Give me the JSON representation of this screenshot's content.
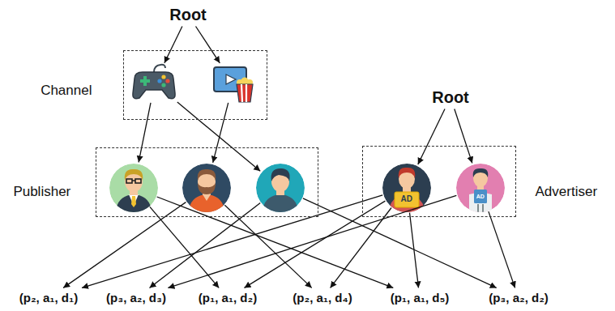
{
  "diagram": {
    "nodes": [
      {
        "text": [
          "Root"
        ]
      },
      {
        "text": [
          "Channel"
        ]
      },
      {
        "text": [],
        "in": 1
      },
      {
        "text": [],
        "in": 1
      },
      {
        "text": [
          "Root"
        ]
      },
      {
        "text": [
          "Publisher"
        ]
      },
      {
        "text": [],
        "in": 5
      },
      {
        "text": [],
        "in": 5
      },
      {
        "text": [],
        "in": 5
      },
      {
        "text": [
          "Advertiser"
        ]
      },
      {
        "text": [
          "AD"
        ],
        "in": 9
      },
      {
        "text": [
          "AD"
        ],
        "in": 9
      },
      {
        "text": [
          "(p₂, a₁, d₁)"
        ]
      },
      {
        "text": [
          "(p₃, a₂, d₃)"
        ]
      },
      {
        "text": [
          "(p₁, a₁, d₂)"
        ]
      },
      {
        "text": [
          "(p₂, a₁, d₄)"
        ]
      },
      {
        "text": [
          "(p₁, a₁, d₅)"
        ]
      },
      {
        "text": [
          "(p₃, a₂, d₂)"
        ]
      }
    ],
    "edges": [
      {
        "from": 0,
        "to": 2,
        "arrow": "to"
      },
      {
        "from": 0,
        "to": 3,
        "arrow": "to"
      },
      {
        "from": 2,
        "to": 6,
        "arrow": "to"
      },
      {
        "from": 2,
        "to": 8,
        "arrow": "to"
      },
      {
        "from": 3,
        "to": 7,
        "arrow": "to"
      },
      {
        "from": 4,
        "to": 10,
        "arrow": "to"
      },
      {
        "from": 4,
        "to": 11,
        "arrow": "to"
      },
      {
        "from": 6,
        "to": 14,
        "arrow": "to"
      },
      {
        "from": 6,
        "to": 16,
        "arrow": "to"
      },
      {
        "from": 7,
        "to": 12,
        "arrow": "to"
      },
      {
        "from": 7,
        "to": 15,
        "arrow": "to"
      },
      {
        "from": 8,
        "to": 13,
        "arrow": "to"
      },
      {
        "from": 8,
        "to": 17,
        "arrow": "to"
      },
      {
        "from": 10,
        "to": 12,
        "arrow": "to"
      },
      {
        "from": 10,
        "to": 14,
        "arrow": "to"
      },
      {
        "from": 10,
        "to": 15,
        "arrow": "to"
      },
      {
        "from": 10,
        "to": 16,
        "arrow": "to"
      },
      {
        "from": 11,
        "to": 13,
        "arrow": "to"
      },
      {
        "from": 11,
        "to": 17,
        "arrow": "to"
      }
    ]
  }
}
